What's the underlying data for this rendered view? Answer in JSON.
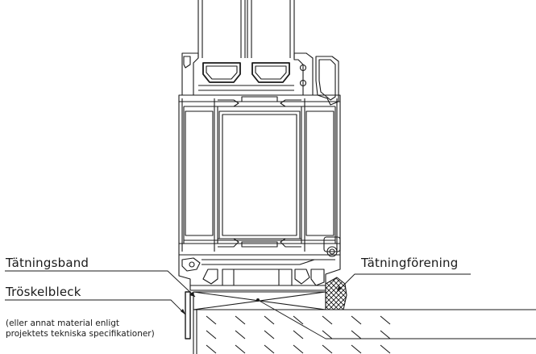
{
  "labels": {
    "sealing_tape": "Tätningsband",
    "threshold_sheet": "Tröskelbleck",
    "threshold_note_line1": "(eller annat material enligt",
    "threshold_note_line2": "projektets tekniska specifikationer)",
    "sealing_compound": "Tätningförening"
  },
  "colors": {
    "line": "#1a1a1a",
    "background": "#ffffff"
  }
}
